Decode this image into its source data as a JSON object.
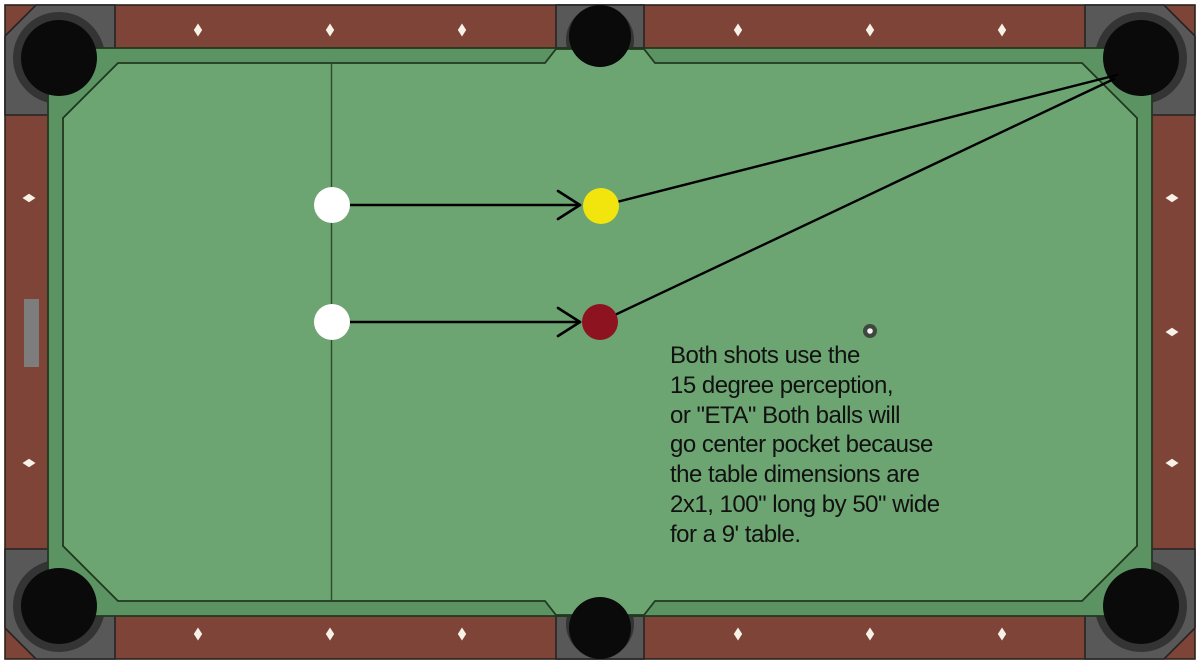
{
  "diagram": {
    "annotation": {
      "lines": [
        "Both shots use the",
        "15 degree perception,",
        "or \"ETA\" Both balls will",
        "go center pocket because",
        "the table dimensions are",
        "2x1, 100\" long by 50\" wide",
        "for a 9' table."
      ]
    },
    "colors": {
      "background": "#ffffff",
      "rail_wood": "#7e4437",
      "rail_outline": "#2a221d",
      "cushion": "#5c9362",
      "felt": "#6da572",
      "felt_outline": "#21381f",
      "corner_casting": "#585858",
      "casting_outline": "#232323",
      "pocket_ring": "#343434",
      "pocket": "#0a0a0a",
      "sight_diamond": "#f7f2e8",
      "name_plate": "#7d7d7d",
      "head_string": "#2f4a2e",
      "shot_line": "#000000",
      "text": "#111111",
      "marker_ring": "#3e483e",
      "marker_center": "#f2f2f2"
    },
    "balls": {
      "cue_top": {
        "color": "#ffffff"
      },
      "cue_bottom": {
        "color": "#ffffff"
      },
      "object_yellow": {
        "color": "#f2e50e"
      },
      "object_red": {
        "color": "#8e1320"
      }
    }
  }
}
